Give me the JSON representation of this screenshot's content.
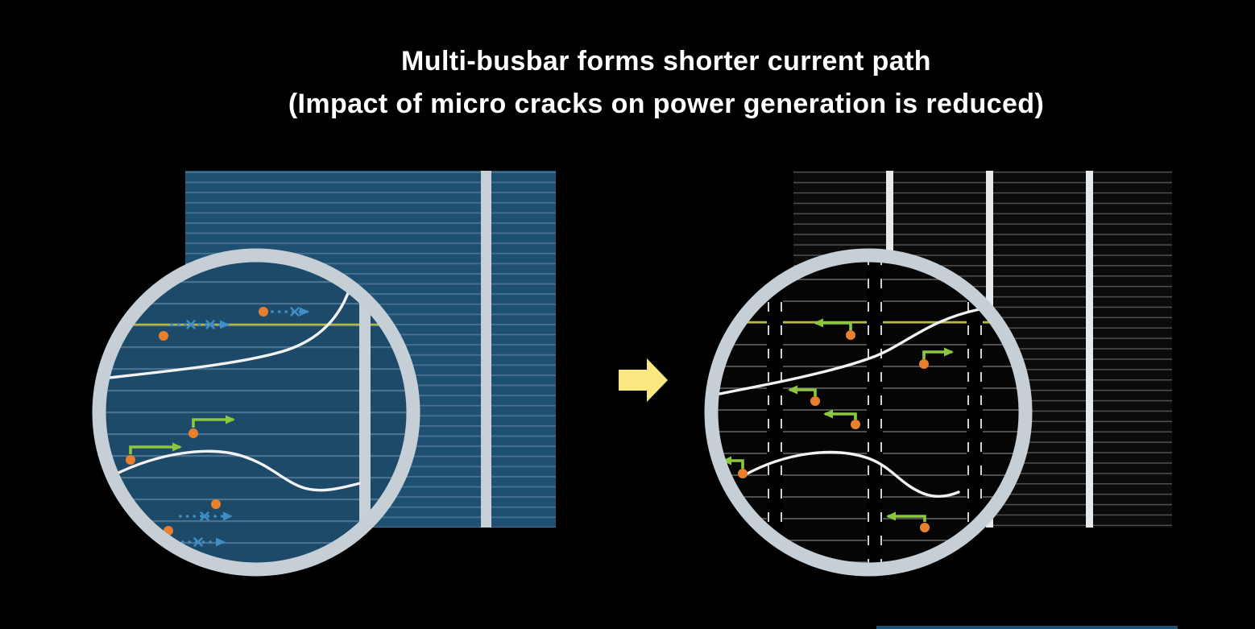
{
  "title": {
    "line1": "Multi-busbar forms shorter current path",
    "line2": "(Impact of micro cracks on power generation is reduced)"
  },
  "panels": {
    "left": {
      "label": "conventional-single-busbar-cell",
      "visible_busbars": 1
    },
    "right": {
      "label": "multi-busbar-cell",
      "visible_busbars": 3
    }
  },
  "icons": {
    "transition_arrow": "right-block-arrow",
    "electron": "orange-dot",
    "long_current_path": "blue-dotted-arrow",
    "blocked_path": "x-mark",
    "short_current_path": "green-elbow-arrow",
    "micro_crack": "white-curved-line",
    "magnifier": "gray-ring"
  },
  "colors": {
    "background": "#000000",
    "title_text": "#ffffff",
    "cell_blue": "#1e5071",
    "cell_blue_line": "#4a7190",
    "magnifier_blue_bg": "#1d4a69",
    "cell_dark": "#0b0b0b",
    "cell_dark_line": "#4f4f4f",
    "magnifier_dark_bg": "#050505",
    "busbar_gray": "#c7d0d7",
    "busbar_white": "#e6eaed",
    "ring_gray": "#c6cfd6",
    "crack_white": "#f2f2f2",
    "electron_orange": "#e8802d",
    "long_path_blue": "#3f8fc6",
    "short_path_green": "#8dc63f",
    "finger_highlight_yellow": "#b5ba39",
    "transition_arrow_yellow": "#f9e87f"
  }
}
